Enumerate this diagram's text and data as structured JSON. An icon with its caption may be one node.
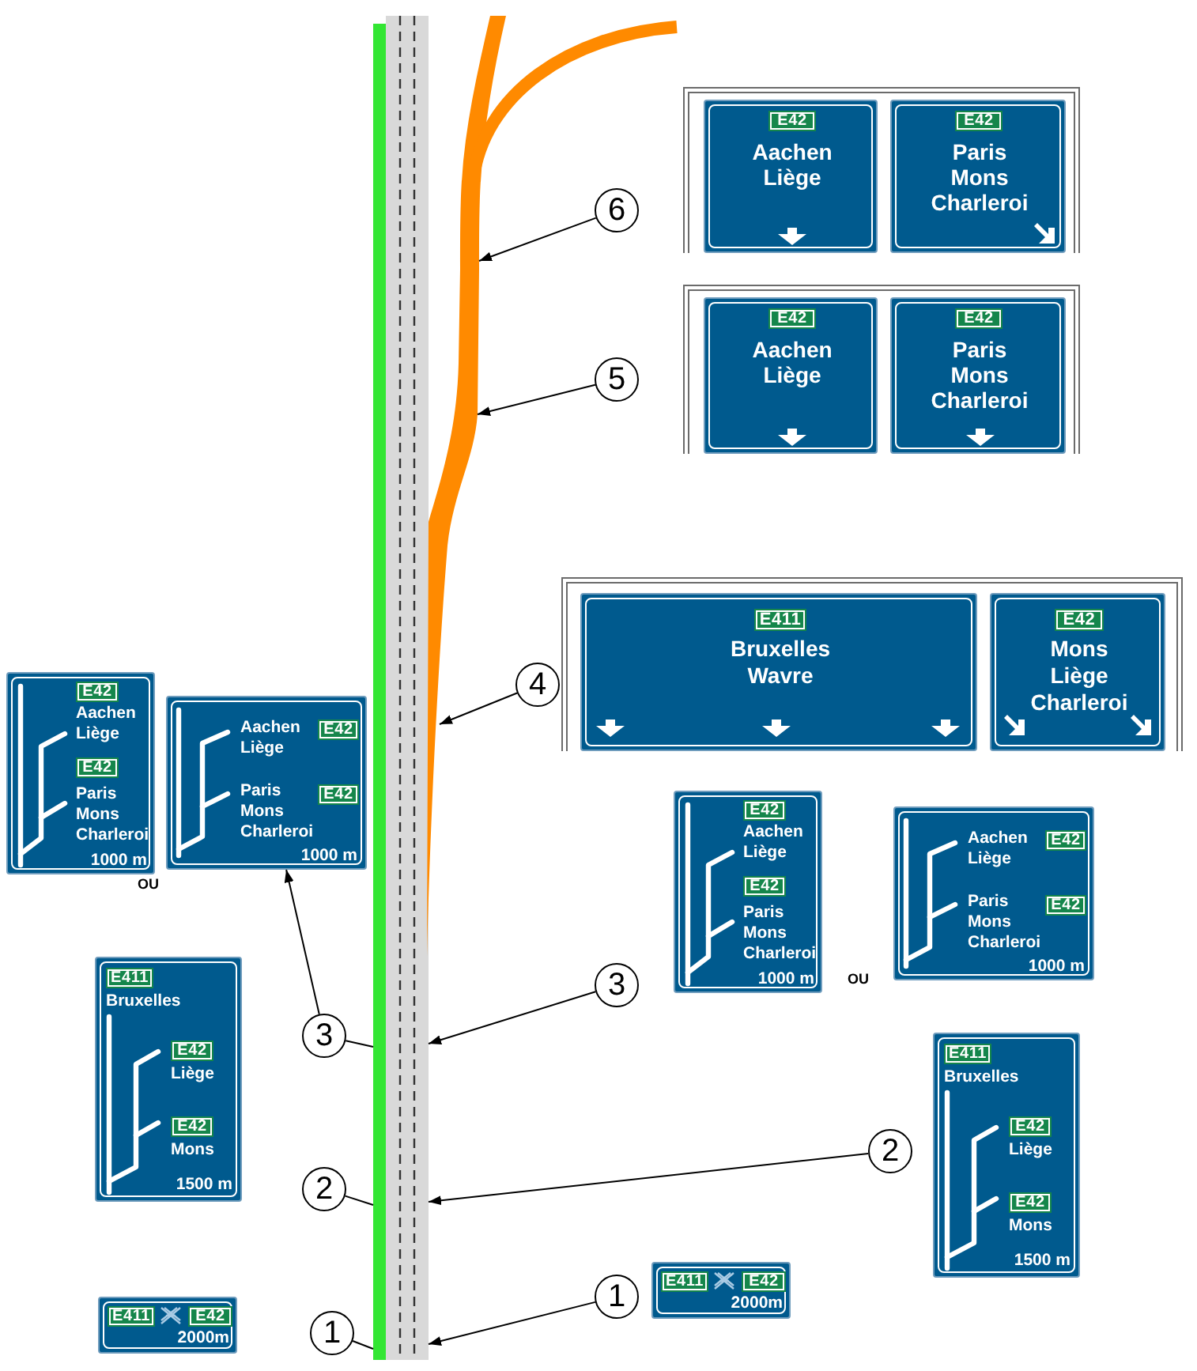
{
  "diagram": {
    "nodes": [
      {
        "text": [],
        "shape": "picture"
      },
      {
        "text": [],
        "shape": "picture"
      },
      {
        "text": [],
        "shape": "box"
      },
      {
        "text": [
          "Aachen Liège"
        ],
        "in": 2
      },
      {
        "text": [
          "E42"
        ],
        "in": 3
      },
      {
        "text": [
          "Paris Mons Charleroi"
        ],
        "in": 2
      },
      {
        "text": [
          "E42"
        ],
        "in": 5
      },
      {
        "text": [
          "6"
        ]
      },
      {
        "text": [],
        "shape": "box"
      },
      {
        "text": [
          "Aachen Liège"
        ],
        "in": 8
      },
      {
        "text": [
          "E42"
        ],
        "in": 9
      },
      {
        "text": [
          "Paris Mons Charleroi"
        ],
        "in": 8
      },
      {
        "text": [
          "E42"
        ],
        "in": 11
      },
      {
        "text": [
          "5"
        ]
      },
      {
        "text": [],
        "shape": "box"
      },
      {
        "text": [
          "Bruxelles Wavre"
        ],
        "in": 14
      },
      {
        "text": [
          "E411"
        ],
        "in": 15
      },
      {
        "text": [
          "Mons Liège Charleroi"
        ],
        "in": 14
      },
      {
        "text": [
          "E42"
        ],
        "in": 17
      },
      {
        "text": [
          "4"
        ]
      },
      {
        "text": [
          "Aachen Liège",
          "Paris Mons Charleroi",
          "1000 m"
        ]
      },
      {
        "text": [
          "E42"
        ],
        "in": 20
      },
      {
        "text": [
          "E42"
        ],
        "in": 20
      },
      {
        "text": [
          "Aachen Liège",
          "Paris Mons Charleroi",
          "1000 m"
        ]
      },
      {
        "text": [
          "E42"
        ],
        "in": 23
      },
      {
        "text": [
          "E42"
        ],
        "in": 23
      },
      {
        "text": [
          "Aachen Liège",
          "Paris Mons Charleroi",
          "1000 m"
        ]
      },
      {
        "text": [
          "E42"
        ],
        "in": 26
      },
      {
        "text": [
          "E42"
        ],
        "in": 26
      },
      {
        "text": [
          "Aachen Liège",
          "Paris Mons Charleroi",
          "1000 m"
        ]
      },
      {
        "text": [
          "E42"
        ],
        "in": 29
      },
      {
        "text": [
          "E42"
        ],
        "in": 29
      },
      {
        "text": [
          "3"
        ]
      },
      {
        "text": [
          "3"
        ]
      },
      {
        "text": [
          "Bruxelles",
          "Liège",
          "Mons",
          "1500 m"
        ]
      },
      {
        "text": [
          "E411"
        ],
        "in": 34
      },
      {
        "text": [
          "E42"
        ],
        "in": 34
      },
      {
        "text": [
          "E42"
        ],
        "in": 34
      },
      {
        "text": [
          "Bruxelles",
          "Liège",
          "Mons",
          "1500 m"
        ]
      },
      {
        "text": [
          "E411"
        ],
        "in": 38
      },
      {
        "text": [
          "E42"
        ],
        "in": 38
      },
      {
        "text": [
          "E42"
        ],
        "in": 38
      },
      {
        "text": [
          "2"
        ]
      },
      {
        "text": [
          "2"
        ]
      },
      {
        "text": [
          "2000m"
        ]
      },
      {
        "text": [
          "E411"
        ],
        "in": 44
      },
      {
        "text": [
          "E42"
        ],
        "in": 44
      },
      {
        "text": [
          "2000m"
        ]
      },
      {
        "text": [
          "E411"
        ],
        "in": 47
      },
      {
        "text": [
          "E42"
        ],
        "in": 47
      },
      {
        "text": [
          "1"
        ]
      },
      {
        "text": [
          "1"
        ]
      }
    ],
    "edges": [
      {
        "from": 7,
        "to": 1,
        "arrow": "to"
      },
      {
        "from": 13,
        "to": 1,
        "arrow": "to"
      },
      {
        "from": 19,
        "to": 1,
        "arrow": "to"
      },
      {
        "from": 32,
        "to": 0,
        "arrow": "to"
      },
      {
        "from": 33,
        "to": 23,
        "arrow": "to"
      },
      {
        "from": 33,
        "to": 0,
        "arrow": "none"
      },
      {
        "from": 42,
        "to": 0,
        "arrow": "to"
      },
      {
        "from": 43,
        "to": 0,
        "arrow": "none"
      },
      {
        "from": 50,
        "to": 0,
        "arrow": "to"
      },
      {
        "from": 51,
        "to": 0,
        "arrow": "none"
      }
    ],
    "labels": [
      "OU",
      "OU"
    ]
  }
}
